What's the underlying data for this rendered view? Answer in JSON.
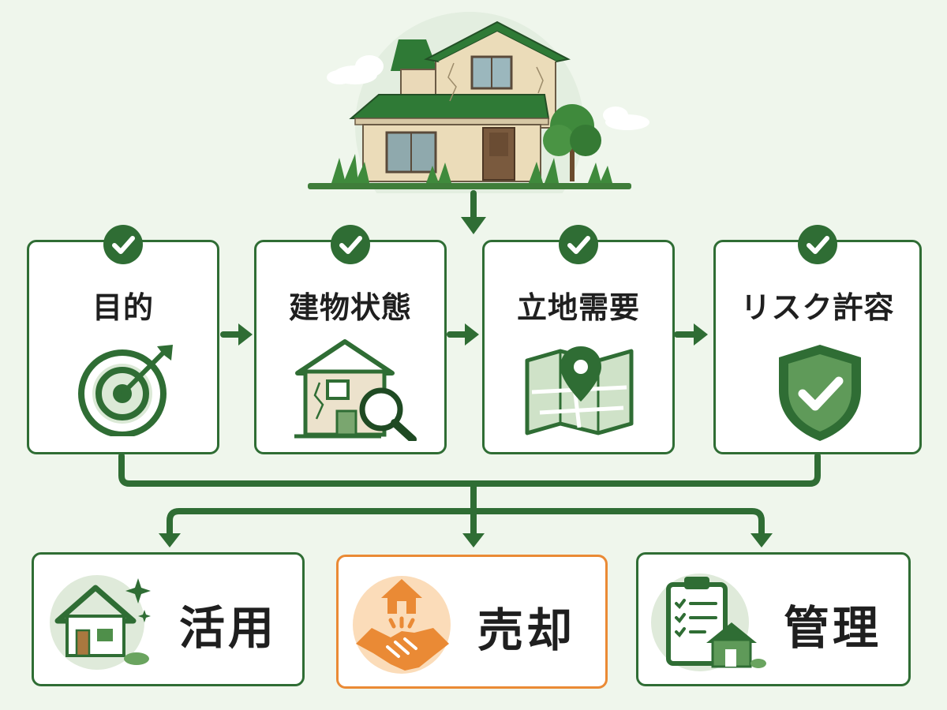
{
  "steps": [
    {
      "label": "目的",
      "icon": "target-icon"
    },
    {
      "label": "建物状態",
      "icon": "house-inspection-icon"
    },
    {
      "label": "立地需要",
      "icon": "map-pin-icon"
    },
    {
      "label": "リスク許容",
      "icon": "shield-check-icon"
    }
  ],
  "outcomes": [
    {
      "label": "活用",
      "icon": "house-sparkle-icon"
    },
    {
      "label": "売却",
      "icon": "handshake-house-icon"
    },
    {
      "label": "管理",
      "icon": "clipboard-house-icon"
    }
  ],
  "colors": {
    "primary_green": "#2f6d34",
    "accent_orange": "#ea8a35",
    "background": "#eff6ec"
  }
}
